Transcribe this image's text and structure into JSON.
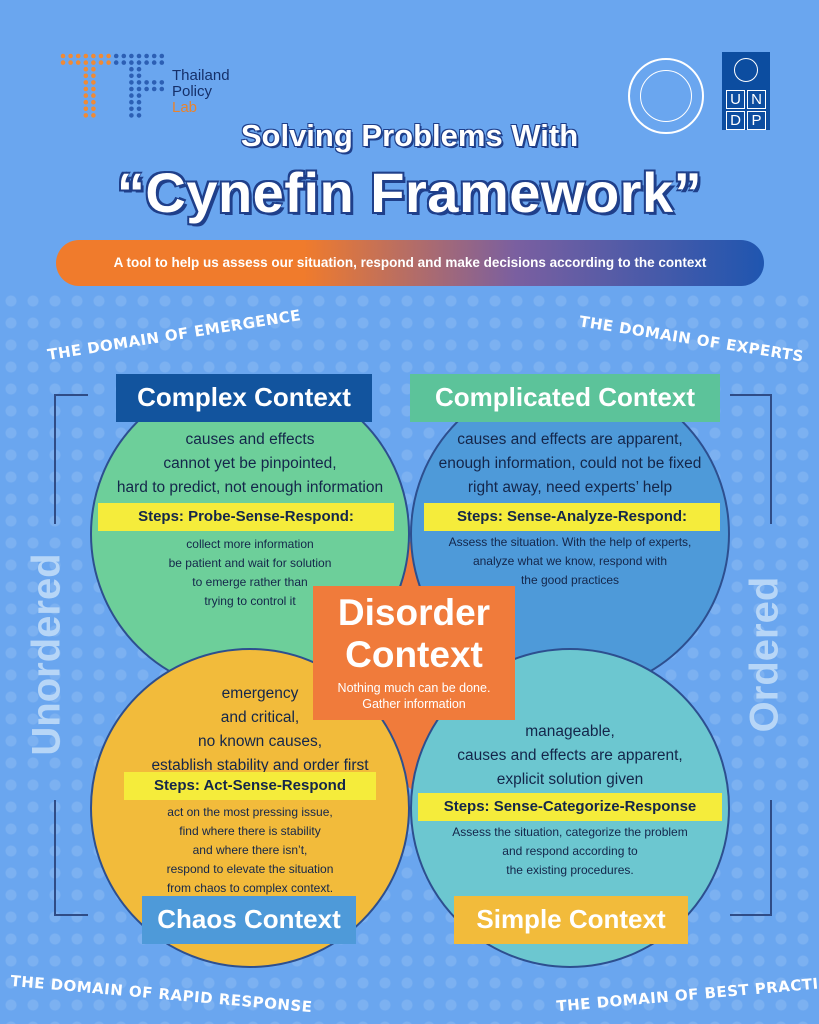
{
  "header": {
    "logo_line1": "Thailand",
    "logo_line2": "Policy",
    "logo_line3": "Lab",
    "undp_letters": [
      "U",
      "N",
      "D",
      "P"
    ],
    "title_line1": "Solving Problems With",
    "title_line2": "“Cynefin Framework”",
    "subtitle": "A tool to help us assess our situation, respond and make decisions according to the context"
  },
  "domains": {
    "emergence": "THE DOMAIN OF EMERGENCE",
    "experts": "THE DOMAIN OF EXPERTS",
    "rapid": "THE DOMAIN OF RAPID RESPONSE",
    "best": "THE DOMAIN OF BEST PRACTICE"
  },
  "sides": {
    "left": "Unordered",
    "right": "Ordered"
  },
  "complex": {
    "title": "Complex Context",
    "desc": [
      "causes and effects",
      "cannot yet be pinpointed,",
      "hard to predict, not enough information"
    ],
    "steps": "Steps: Probe-Sense-Respond:",
    "detail": [
      "collect more information",
      "be patient and wait for solution",
      "to emerge rather than",
      "trying to control it"
    ],
    "color": "#6dcf9a",
    "head_color": "#12549e"
  },
  "complicated": {
    "title": "Complicated Context",
    "desc": [
      "causes and effects are apparent,",
      "enough information, could not be fixed",
      "right away, need experts’ help"
    ],
    "steps": "Steps: Sense-Analyze-Respond:",
    "detail": [
      "Assess the situation. With the help of experts,",
      "analyze what we know, respond with",
      "the good practices"
    ],
    "color": "#4e9ad9",
    "head_color": "#5cc39a"
  },
  "chaos": {
    "title": "Chaos Context",
    "desc": [
      "emergency",
      "and critical,",
      "no known causes,",
      "establish stability and order first"
    ],
    "steps": "Steps: Act-Sense-Respond",
    "detail": [
      "act on the most pressing issue,",
      "find where there is stability",
      "and where there isn’t,",
      "respond to elevate the situation",
      "from chaos to complex context."
    ],
    "color": "#f2bb3b",
    "head_color": "#4e9ad9"
  },
  "simple": {
    "title": "Simple Context",
    "desc": [
      "manageable,",
      "causes and effects are apparent,",
      "explicit solution given"
    ],
    "steps": "Steps: Sense-Categorize-Response",
    "detail": [
      "Assess the situation, categorize the problem",
      "and respond according to",
      "the existing procedures."
    ],
    "color": "#6cc7d0",
    "head_color": "#f2bb3b"
  },
  "disorder": {
    "title_line1": "Disorder",
    "title_line2": "Context",
    "sub_line1": "Nothing much can be done.",
    "sub_line2": "Gather information"
  }
}
